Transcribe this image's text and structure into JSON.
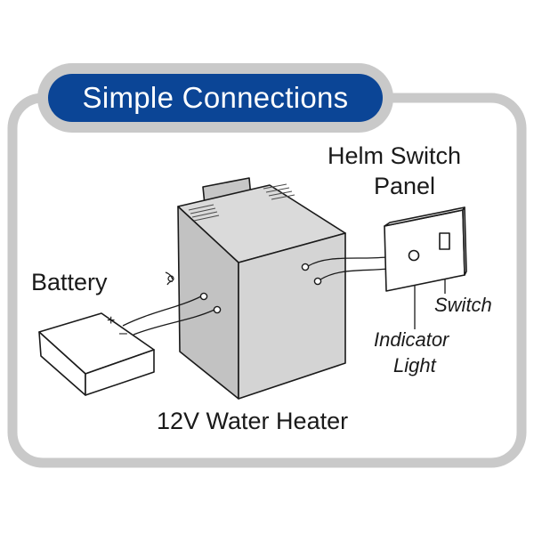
{
  "title": "Simple Connections",
  "labels": {
    "helm_switch_panel_line1": "Helm Switch",
    "helm_switch_panel_line2": "Panel",
    "battery": "Battery",
    "switch": "Switch",
    "indicator_light_line1": "Indicator",
    "indicator_light_line2": "Light",
    "water_heater": "12V Water Heater",
    "plus": "+",
    "minus": "–"
  },
  "colors": {
    "title_fill": "#0b4596",
    "frame": "#c9c9c9",
    "heater_box": "#d0d0d0",
    "stroke": "#1a1a1a"
  }
}
